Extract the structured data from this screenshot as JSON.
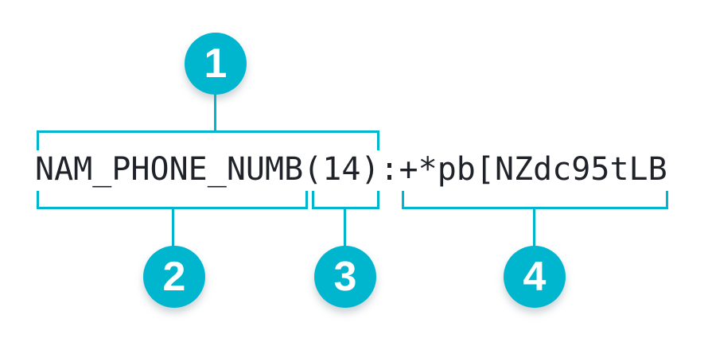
{
  "colors": {
    "accent": "#00b6ce",
    "code_text": "#1f2228",
    "badge_number_text": "#ffffff",
    "background": "#ffffff"
  },
  "code": {
    "full_string": "NAM_PHONE_NUMB(14):+*pb[NZdc95tLB",
    "segments": {
      "field_label_with_length": "NAM_PHONE_NUMB(14)",
      "field_name": "NAM_PHONE_NUMB",
      "field_length": "(14)",
      "separator": ":",
      "field_value": "+*pb[NZdc95tLB"
    }
  },
  "callouts": [
    {
      "number": "1",
      "refers_to": "NAM_PHONE_NUMB(14)"
    },
    {
      "number": "2",
      "refers_to": "NAM_PHONE_NUMB"
    },
    {
      "number": "3",
      "refers_to": "(14)"
    },
    {
      "number": "4",
      "refers_to": "+*pb[NZdc95tLB"
    }
  ]
}
